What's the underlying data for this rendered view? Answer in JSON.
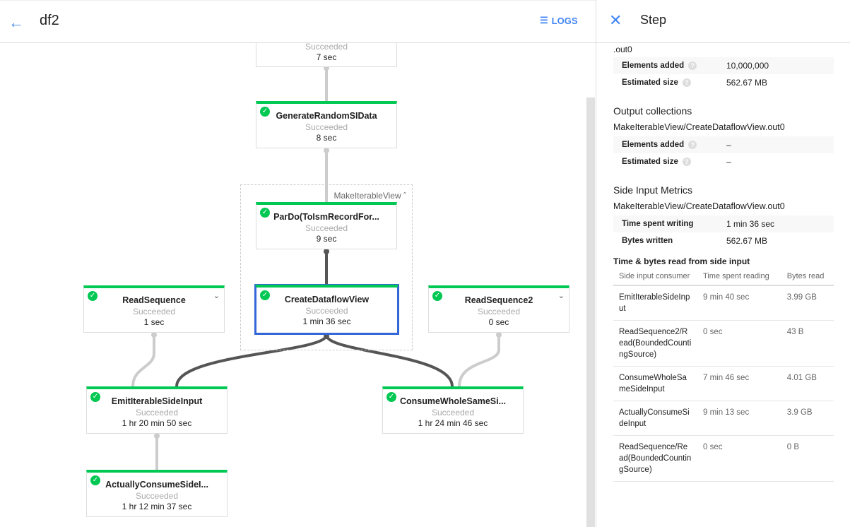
{
  "header": {
    "title": "df2",
    "logs_label": "LOGS"
  },
  "graph": {
    "group_label": "MakeIterableView",
    "nodes": [
      {
        "name": "",
        "status": "Succeeded",
        "time": "7 sec"
      },
      {
        "name": "GenerateRandomSIData",
        "status": "Succeeded",
        "time": "8 sec"
      },
      {
        "name": "ParDo(ToIsmRecordFor...",
        "status": "Succeeded",
        "time": "9 sec"
      },
      {
        "name": "CreateDataflowView",
        "status": "Succeeded",
        "time": "1 min 36 sec"
      },
      {
        "name": "ReadSequence",
        "status": "Succeeded",
        "time": "1 sec"
      },
      {
        "name": "ReadSequence2",
        "status": "Succeeded",
        "time": "0 sec"
      },
      {
        "name": "EmitIterableSideInput",
        "status": "Succeeded",
        "time": "1 hr 20 min 50 sec"
      },
      {
        "name": "ConsumeWholeSameSi...",
        "status": "Succeeded",
        "time": "1 hr 24 min 46 sec"
      },
      {
        "name": "ActuallyConsumeSideI...",
        "status": "Succeeded",
        "time": "1 hr 12 min 37 sec"
      }
    ]
  },
  "panel": {
    "title": "Step",
    "cut_label": ".out0",
    "input": {
      "elements_label": "Elements added",
      "elements": "10,000,000",
      "size_label": "Estimated size",
      "size": "562.67 MB"
    },
    "output_title": "Output collections",
    "output_name": "MakeIterableView/CreateDataflowView.out0",
    "output": {
      "elements_label": "Elements added",
      "elements": "–",
      "size_label": "Estimated size",
      "size": "–"
    },
    "side_title": "Side Input Metrics",
    "side_name": "MakeIterableView/CreateDataflowView.out0",
    "side": {
      "time_label": "Time spent writing",
      "time": "1 min 36 sec",
      "bytes_label": "Bytes written",
      "bytes": "562.67 MB"
    },
    "read_title": "Time & bytes read from side input",
    "columns": [
      "Side input consumer",
      "Time spent reading",
      "Bytes read"
    ],
    "rows": [
      [
        "EmitIterableSideInput",
        "9 min 40 sec",
        "3.99 GB"
      ],
      [
        "ReadSequence2/Read(BoundedCountingSource)",
        "0 sec",
        "43 B"
      ],
      [
        "ConsumeWholeSameSideInput",
        "7 min 46 sec",
        "4.01 GB"
      ],
      [
        "ActuallyConsumeSideInput",
        "9 min 13 sec",
        "3.9 GB"
      ],
      [
        "ReadSequence/Read(BoundedCountingSource)",
        "0 sec",
        "0 B"
      ]
    ]
  },
  "colors": {
    "accent": "#4285f4",
    "success": "#00c853",
    "selected": "#3367d6"
  }
}
